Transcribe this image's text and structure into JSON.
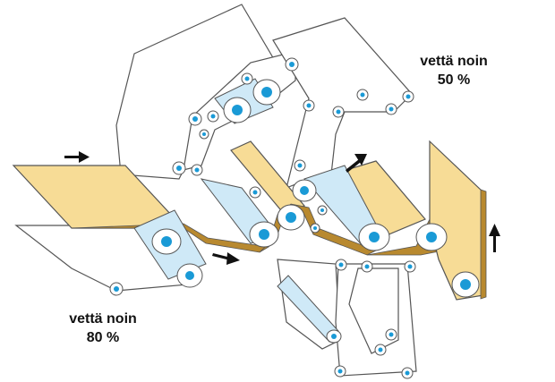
{
  "labels": {
    "top_right": {
      "line1": "vettä noin",
      "line2": "50 %"
    },
    "bottom_left": {
      "line1": "vettä noin",
      "line2": "80 %"
    }
  },
  "colors": {
    "felt": "#f7dc96",
    "felt_edge": "#b8892f",
    "roll_body": "#cfe9f7",
    "roll_core": "#1a9ad6",
    "belt_fill": "#ffffff",
    "line": "#555555"
  }
}
